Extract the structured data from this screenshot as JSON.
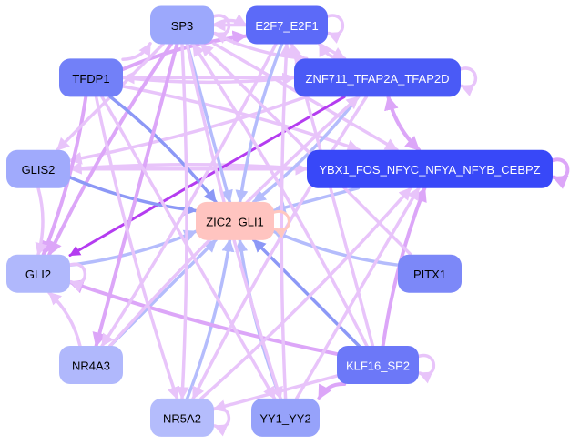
{
  "title": "Transcription factor regulatory network",
  "colors": {
    "edge_light": "#e8c4fa",
    "edge_medium": "#dca6f8",
    "edge_strong": "#b43cf0",
    "edge_blue": "#b4bcfc",
    "edge_blue_dark": "#8c98f6",
    "edge_self_target": "#ffc8c0"
  },
  "nodes": [
    {
      "id": "SP3",
      "label": "SP3",
      "fill": "#9ca8fc",
      "text": "#000000"
    },
    {
      "id": "E2F7_E2F1",
      "label": "E2F7_E2F1",
      "fill": "#5c6af8",
      "text": "#ffffff"
    },
    {
      "id": "TFDP1",
      "label": "TFDP1",
      "fill": "#7280f8",
      "text": "#000000"
    },
    {
      "id": "ZNF711",
      "label": "ZNF711_TFAP2A_TFAP2D",
      "fill": "#4a5af6",
      "text": "#ffffff"
    },
    {
      "id": "GLIS2",
      "label": "GLIS2",
      "fill": "#a0aafc",
      "text": "#000000"
    },
    {
      "id": "YBX1",
      "label": "YBX1_FOS_NFYC_NFYA_NFYB_CEBPZ",
      "fill": "#3848f8",
      "text": "#ffffff"
    },
    {
      "id": "ZIC2_GLI1",
      "label": "ZIC2_GLI1",
      "fill": "#ffc4c0",
      "text": "#000000"
    },
    {
      "id": "GLI2",
      "label": "GLI2",
      "fill": "#b0b8fc",
      "text": "#000000"
    },
    {
      "id": "PITX1",
      "label": "PITX1",
      "fill": "#7c88f8",
      "text": "#000000"
    },
    {
      "id": "NR4A3",
      "label": "NR4A3",
      "fill": "#b0b8fc",
      "text": "#000000"
    },
    {
      "id": "KLF16_SP2",
      "label": "KLF16_SP2",
      "fill": "#6c78f8",
      "text": "#ffffff"
    },
    {
      "id": "NR5A2",
      "label": "NR5A2",
      "fill": "#b4bcfc",
      "text": "#000000"
    },
    {
      "id": "YY1_YY2",
      "label": "YY1_YY2",
      "fill": "#96a2fa",
      "text": "#000000"
    }
  ],
  "edges": [
    {
      "source": "SP3",
      "target": "E2F7_E2F1",
      "type": "light"
    },
    {
      "source": "E2F7_E2F1",
      "target": "SP3",
      "type": "light"
    },
    {
      "source": "TFDP1",
      "target": "SP3",
      "type": "light"
    },
    {
      "source": "TFDP1",
      "target": "E2F7_E2F1",
      "type": "medium"
    },
    {
      "source": "ZNF711",
      "target": "TFDP1",
      "type": "light"
    },
    {
      "source": "TFDP1",
      "target": "ZNF711",
      "type": "light"
    },
    {
      "source": "ZNF711",
      "target": "E2F7_E2F1",
      "type": "light"
    },
    {
      "source": "E2F7_E2F1",
      "target": "ZNF711",
      "type": "light"
    },
    {
      "source": "ZNF711",
      "target": "YBX1",
      "type": "medium"
    },
    {
      "source": "YBX1",
      "target": "ZNF711",
      "type": "medium"
    },
    {
      "source": "SP3",
      "target": "YBX1",
      "type": "light"
    },
    {
      "source": "SP3",
      "target": "ZNF711",
      "type": "light"
    },
    {
      "source": "TFDP1",
      "target": "YBX1",
      "type": "light"
    },
    {
      "source": "GLIS2",
      "target": "YBX1",
      "type": "light"
    },
    {
      "source": "YBX1",
      "target": "GLIS2",
      "type": "light"
    },
    {
      "source": "ZNF711",
      "target": "GLIS2",
      "type": "light"
    },
    {
      "source": "ZNF711",
      "target": "GLI2",
      "type": "strong"
    },
    {
      "source": "SP3",
      "target": "GLI2",
      "type": "medium"
    },
    {
      "source": "TFDP1",
      "target": "GLI2",
      "type": "medium"
    },
    {
      "source": "SP3",
      "target": "GLIS2",
      "type": "light"
    },
    {
      "source": "GLIS2",
      "target": "ZIC2_GLI1",
      "type": "blue_dark"
    },
    {
      "source": "TFDP1",
      "target": "ZIC2_GLI1",
      "type": "blue_dark"
    },
    {
      "source": "SP3",
      "target": "ZIC2_GLI1",
      "type": "blue"
    },
    {
      "source": "E2F7_E2F1",
      "target": "ZIC2_GLI1",
      "type": "blue"
    },
    {
      "source": "ZNF711",
      "target": "ZIC2_GLI1",
      "type": "blue"
    },
    {
      "source": "YBX1",
      "target": "ZIC2_GLI1",
      "type": "blue"
    },
    {
      "source": "GLI2",
      "target": "ZIC2_GLI1",
      "type": "blue"
    },
    {
      "source": "PITX1",
      "target": "ZIC2_GLI1",
      "type": "blue"
    },
    {
      "source": "NR4A3",
      "target": "ZIC2_GLI1",
      "type": "blue"
    },
    {
      "source": "NR5A2",
      "target": "ZIC2_GLI1",
      "type": "blue"
    },
    {
      "source": "YY1_YY2",
      "target": "ZIC2_GLI1",
      "type": "blue"
    },
    {
      "source": "KLF16_SP2",
      "target": "ZIC2_GLI1",
      "type": "blue_dark"
    },
    {
      "source": "NR4A3",
      "target": "GLI2",
      "type": "light"
    },
    {
      "source": "KLF16_SP2",
      "target": "GLI2",
      "type": "medium"
    },
    {
      "source": "KLF16_SP2",
      "target": "NR5A2",
      "type": "light"
    },
    {
      "source": "KLF16_SP2",
      "target": "YY1_YY2",
      "type": "medium"
    },
    {
      "source": "KLF16_SP2",
      "target": "YBX1",
      "type": "medium"
    },
    {
      "source": "KLF16_SP2",
      "target": "E2F7_E2F1",
      "type": "light"
    },
    {
      "source": "KLF16_SP2",
      "target": "SP3",
      "type": "light"
    },
    {
      "source": "YY1_YY2",
      "target": "E2F7_E2F1",
      "type": "light"
    },
    {
      "source": "YY1_YY2",
      "target": "YBX1",
      "type": "light"
    },
    {
      "source": "NR5A2",
      "target": "YBX1",
      "type": "light"
    },
    {
      "source": "NR4A3",
      "target": "ZNF711",
      "type": "light"
    },
    {
      "source": "SP3",
      "target": "NR4A3",
      "type": "medium"
    },
    {
      "source": "TFDP1",
      "target": "NR5A2",
      "type": "light"
    },
    {
      "source": "SP3",
      "target": "NR5A2",
      "type": "light"
    },
    {
      "source": "TFDP1",
      "target": "YY1_YY2",
      "type": "light"
    },
    {
      "source": "SP3",
      "target": "YY1_YY2",
      "type": "light"
    },
    {
      "source": "E2F7_E2F1",
      "target": "NR4A3",
      "type": "light"
    },
    {
      "source": "PITX1",
      "target": "SP3",
      "type": "light"
    },
    {
      "source": "ZNF711",
      "target": "NR5A2",
      "type": "light"
    },
    {
      "source": "GLIS2",
      "target": "GLI2",
      "type": "light"
    },
    {
      "source": "SP3",
      "target": "SP3",
      "type": "light",
      "self": true
    },
    {
      "source": "E2F7_E2F1",
      "target": "E2F7_E2F1",
      "type": "light",
      "self": true
    },
    {
      "source": "ZNF711",
      "target": "ZNF711",
      "type": "light",
      "self": true
    },
    {
      "source": "YBX1",
      "target": "YBX1",
      "type": "medium",
      "self": true
    },
    {
      "source": "ZIC2_GLI1",
      "target": "ZIC2_GLI1",
      "type": "self_target",
      "self": true
    },
    {
      "source": "GLI2",
      "target": "GLI2",
      "type": "light",
      "self": true
    },
    {
      "source": "KLF16_SP2",
      "target": "KLF16_SP2",
      "type": "light",
      "self": true
    },
    {
      "source": "NR5A2",
      "target": "NR5A2",
      "type": "light",
      "self": true
    }
  ]
}
